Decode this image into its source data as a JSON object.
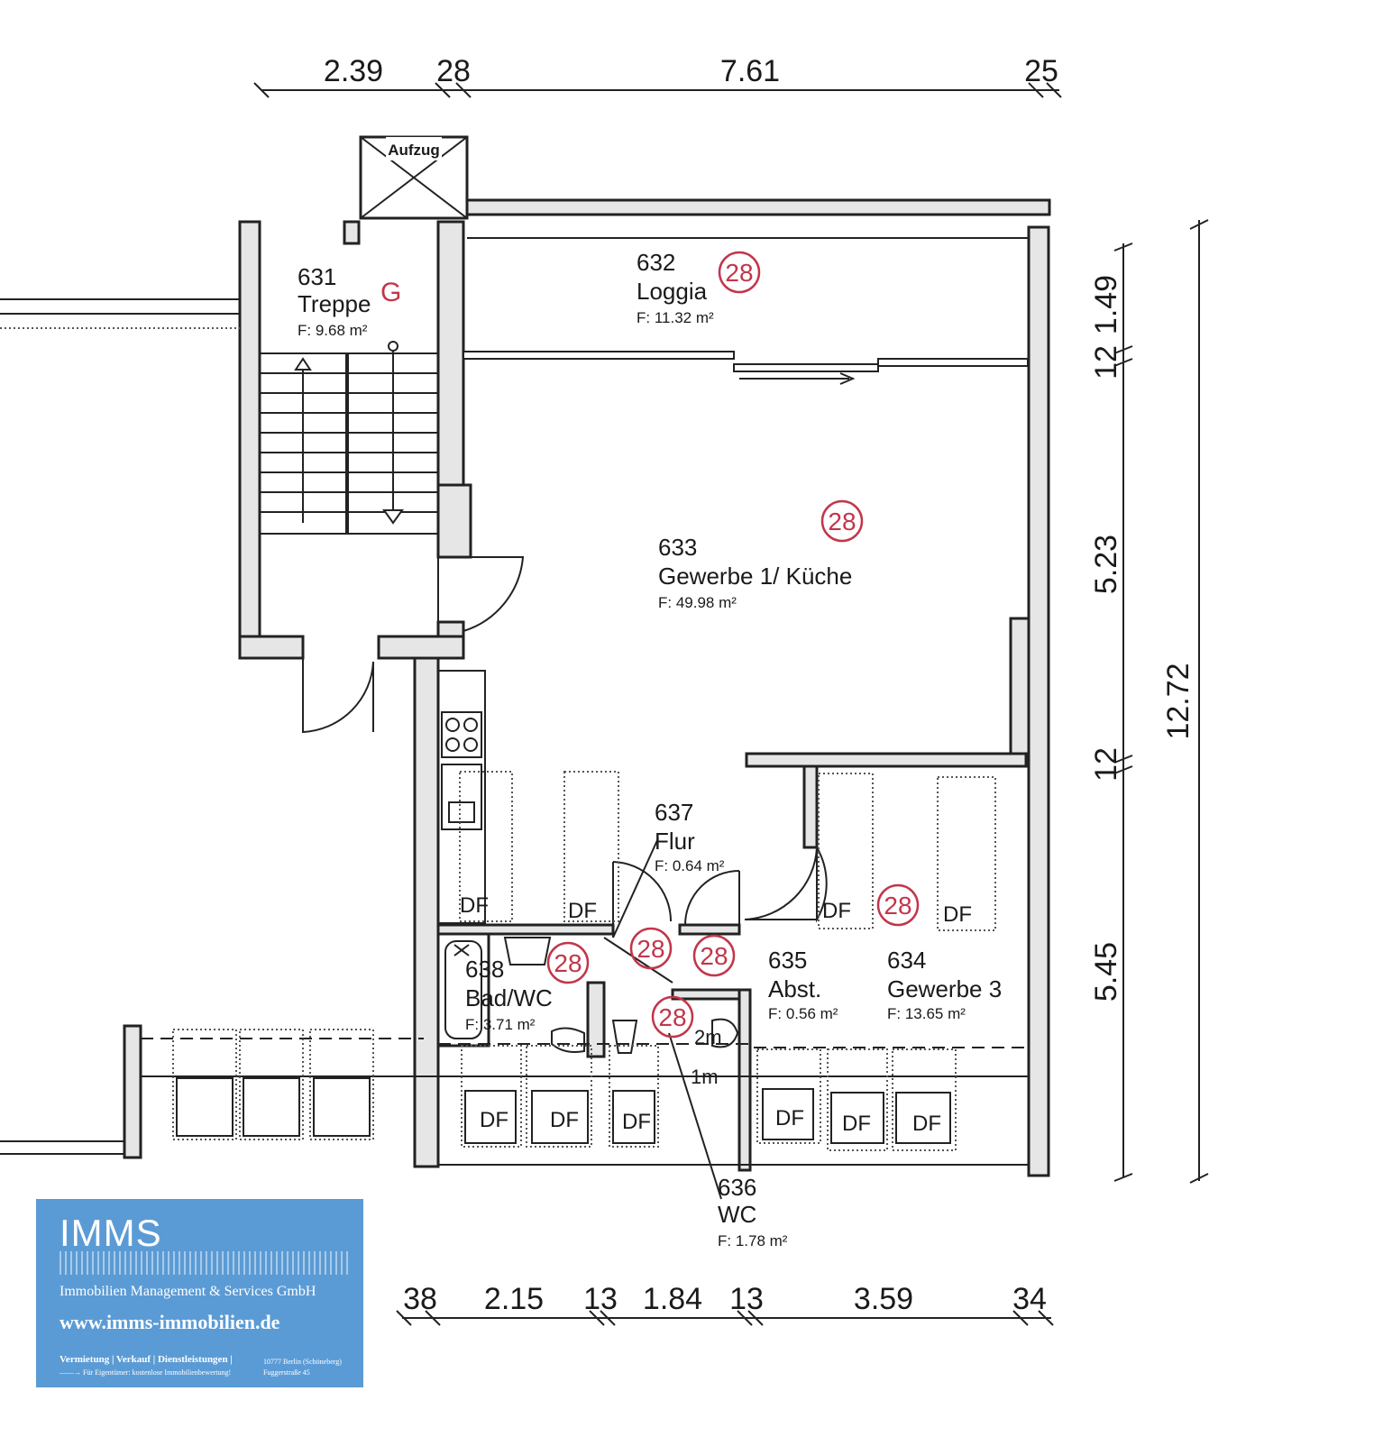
{
  "dimensions": {
    "top": [
      "2.39",
      "28",
      "7.61",
      "25"
    ],
    "bottom": [
      "38",
      "2.15",
      "13",
      "1.84",
      "13",
      "3.59",
      "34"
    ],
    "right_inner": [
      "1.49",
      "12",
      "5.23",
      "12",
      "5.45"
    ],
    "right_outer": "12.72"
  },
  "elevator": "Aufzug",
  "rooms": {
    "r631": {
      "number": "631",
      "name": "Treppe",
      "area": "F: 9.68 m²",
      "mark": "G"
    },
    "r632": {
      "number": "632",
      "name": "Loggia",
      "area": "F: 11.32 m²"
    },
    "r633": {
      "number": "633",
      "name": "Gewerbe 1/ Küche",
      "area": "F: 49.98 m²"
    },
    "r634": {
      "number": "634",
      "name": "Gewerbe 3",
      "area": "F: 13.65 m²"
    },
    "r635": {
      "number": "635",
      "name": "Abst.",
      "area": "F: 0.56 m²"
    },
    "r636": {
      "number": "636",
      "name": "WC",
      "area": "F: 1.78 m²"
    },
    "r637": {
      "number": "637",
      "name": "Flur",
      "area": "F: 0.64 m²"
    },
    "r638": {
      "number": "638",
      "name": "Bad/WC",
      "area": "F: 3.71 m²"
    }
  },
  "stamp_label": "28",
  "skylight_label": "DF",
  "heights": {
    "h2": "2m",
    "h1": "1m"
  },
  "logo": {
    "brand": "IMMS",
    "company": "Immobilien Management & Services GmbH",
    "website": "www.imms-immobilien.de",
    "services": "Vermietung | Verkauf | Dienstleistungen |",
    "owner_note": "——→ Für Eigentümer: kostenlose Immobilienbewertung!",
    "city": "10777 Berlin (Schöneberg)",
    "street": "Fuggerstraße 45",
    "colors": {
      "background": "#5b9bd5",
      "stamp": "#c2364a"
    }
  }
}
